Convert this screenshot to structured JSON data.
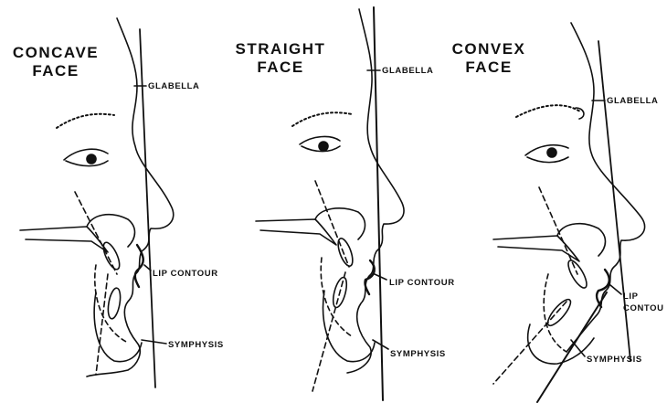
{
  "panels": [
    {
      "id": "concave",
      "title_line1": "CONCAVE",
      "title_line2": "FACE",
      "labels": {
        "glabella": "GLABELLA",
        "lip": "LIP CONTOUR",
        "symphysis": "SYMPHYSIS"
      }
    },
    {
      "id": "straight",
      "title_line1": "STRAIGHT",
      "title_line2": "FACE",
      "labels": {
        "glabella": "GLABELLA",
        "lip": "LIP CONTOUR",
        "symphysis": "SYMPHYSIS"
      }
    },
    {
      "id": "convex",
      "title_line1": "CONVEX",
      "title_line2": "FACE",
      "labels": {
        "glabella": "GLABELLA",
        "lip_line1": "LIP",
        "lip_line2": "CONTOU",
        "symphysis": "SYMPHYSIS"
      }
    }
  ],
  "colors": {
    "ink": "#111111",
    "background": "#ffffff"
  }
}
